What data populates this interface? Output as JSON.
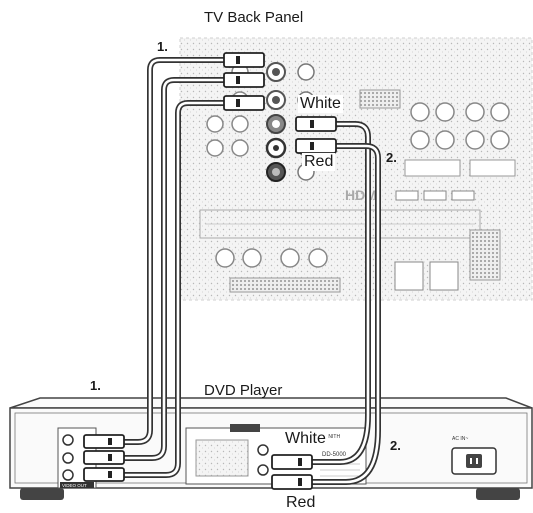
{
  "diagram": {
    "tv_title": "TV Back Panel",
    "dvd_title": "DVD Player",
    "step1_top": "1.",
    "step2_top": "2.",
    "step1_bottom": "1.",
    "step2_bottom": "2.",
    "tv_white": "White",
    "tv_red": "Red",
    "dvd_white": "White",
    "dvd_red": "Red",
    "hdmi_label": "HDMI",
    "model_brand": "ZENITH",
    "model_name": "DD-5000",
    "ac_label": "AC IN~",
    "video_out_label": "VIDEO OUT"
  }
}
